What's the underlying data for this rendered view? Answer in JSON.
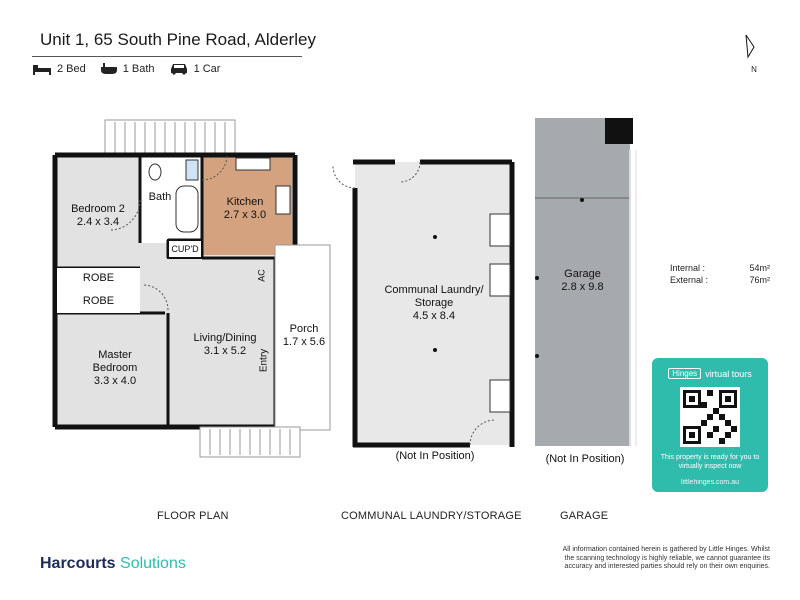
{
  "header": {
    "title": "Unit 1, 65 South Pine Road, Alderley",
    "features": [
      {
        "icon": "bed-icon",
        "label": "2 Bed"
      },
      {
        "icon": "bath-icon",
        "label": "1 Bath"
      },
      {
        "icon": "car-icon",
        "label": "1 Car"
      }
    ],
    "north_label": "N"
  },
  "plan": {
    "rooms": [
      {
        "id": "bedroom2",
        "name": "Bedroom 2",
        "dims": "2.4 x 3.4"
      },
      {
        "id": "bath",
        "name": "Bath",
        "dims": ""
      },
      {
        "id": "kitchen",
        "name": "Kitchen",
        "dims": "2.7 x 3.0"
      },
      {
        "id": "cupd",
        "name": "CUP'D",
        "dims": ""
      },
      {
        "id": "robe1",
        "name": "ROBE",
        "dims": ""
      },
      {
        "id": "robe2",
        "name": "ROBE",
        "dims": ""
      },
      {
        "id": "master",
        "name": "Master\nBedroom",
        "dims": "3.3 x 4.0"
      },
      {
        "id": "living",
        "name": "Living/Dining",
        "dims": "3.1 x 5.2"
      },
      {
        "id": "porch",
        "name": "Porch",
        "dims": "1.7 x 5.6"
      },
      {
        "id": "ac",
        "name": "AC",
        "dims": ""
      },
      {
        "id": "entry",
        "name": "Entry",
        "dims": ""
      },
      {
        "id": "laundry",
        "name": "Communal Laundry/\nStorage",
        "dims": "4.5 x 8.4"
      },
      {
        "id": "garage",
        "name": "Garage",
        "dims": "2.8 x 9.8"
      }
    ],
    "not_in_position_1": "(Not In Position)",
    "not_in_position_2": "(Not In Position)",
    "sections": [
      "FLOOR PLAN",
      "COMMUNAL LAUNDRY/STORAGE",
      "GARAGE"
    ]
  },
  "areas": {
    "internal_label": "Internal  :",
    "internal_value": "54m²",
    "external_label": "External  :",
    "external_value": "76m²"
  },
  "badge": {
    "logo_box": "Hinges",
    "logo_text": "virtual tours",
    "text": "This property is ready for you to virtually inspect now",
    "url": "littlehinges.com.au"
  },
  "brand": {
    "name": "Harcourts",
    "sub": "Solutions"
  },
  "disclaimer": "All information contained herein is gathered by Little Hinges. Whilst the scanning technology is highly reliable, we cannot guarantee its accuracy and interested parties should rely on their own enquiries."
}
